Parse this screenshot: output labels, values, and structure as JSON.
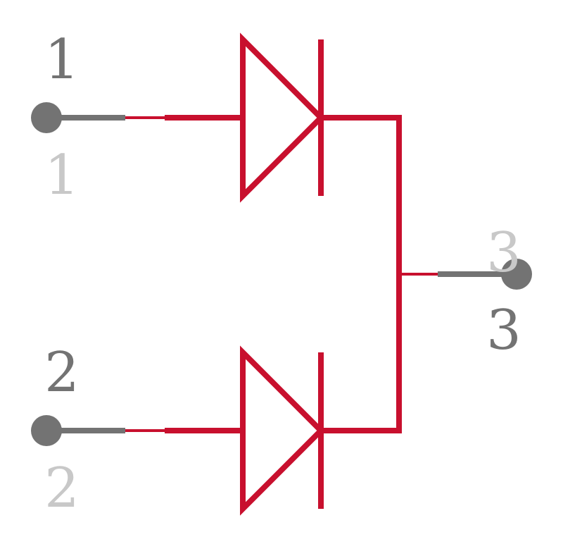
{
  "colors": {
    "body": "#c8102e",
    "pin": "#737373",
    "pin_number": "#737373",
    "pin_name": "#c8c8c8",
    "background": "#ffffff"
  },
  "pins": [
    {
      "number": "1",
      "name": "1"
    },
    {
      "number": "2",
      "name": "2"
    },
    {
      "number": "3",
      "name": "3"
    }
  ],
  "diodes": [
    {
      "anode_pin": "1",
      "cathode_net": "3"
    },
    {
      "anode_pin": "2",
      "cathode_net": "3"
    }
  ]
}
